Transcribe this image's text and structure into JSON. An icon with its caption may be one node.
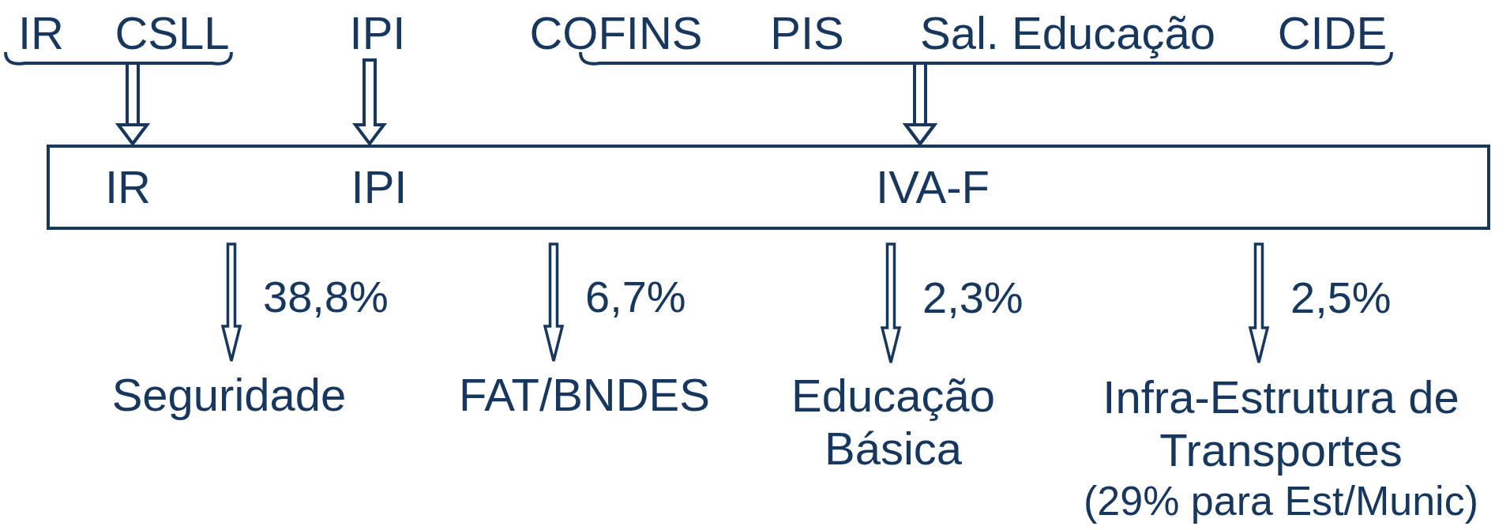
{
  "diagram": {
    "nodes": [
      {
        "text": [
          "IR"
        ]
      },
      {
        "text": [
          "CSLL"
        ]
      },
      {
        "text": [
          "IPI"
        ]
      },
      {
        "text": [
          "COFINS"
        ]
      },
      {
        "text": [
          "PIS"
        ]
      },
      {
        "text": [
          "Sal. Educação"
        ]
      },
      {
        "text": [
          "CIDE"
        ]
      },
      {
        "text": [],
        "shape": "box"
      },
      {
        "text": [
          "IR"
        ],
        "in": 7
      },
      {
        "text": [
          "IPI"
        ],
        "in": 7
      },
      {
        "text": [
          "IVA-F"
        ],
        "in": 7
      },
      {
        "text": [
          "Seguridade"
        ]
      },
      {
        "text": [
          "FAT/BNDES"
        ]
      },
      {
        "text": [
          "Educação Básica"
        ]
      },
      {
        "text": [
          "Infra-Estrutura de Transportes"
        ],
        "beside": [
          "(29% para Est/Munic)"
        ]
      }
    ],
    "edges": [
      {
        "from": 0,
        "to": 7,
        "arrow": "to"
      },
      {
        "from": 1,
        "to": 7,
        "arrow": "to"
      },
      {
        "from": 2,
        "to": 7,
        "arrow": "to"
      },
      {
        "from": 3,
        "to": 7,
        "arrow": "to"
      },
      {
        "from": 4,
        "to": 7,
        "arrow": "to"
      },
      {
        "from": 5,
        "to": 7,
        "arrow": "to"
      },
      {
        "from": 6,
        "to": 7,
        "arrow": "to"
      },
      {
        "from": 7,
        "to": 11,
        "arrow": "to",
        "label": "38,8%"
      },
      {
        "from": 7,
        "to": 12,
        "arrow": "to",
        "label": "6,7%"
      },
      {
        "from": 7,
        "to": 13,
        "arrow": "to",
        "label": "2,3%"
      },
      {
        "from": 7,
        "to": 14,
        "arrow": "to",
        "label": "2,5%"
      }
    ]
  }
}
